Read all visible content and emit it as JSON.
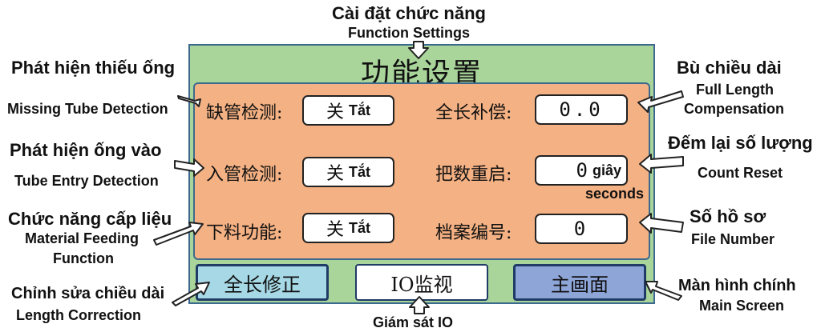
{
  "header": {
    "vi": "Cài đặt chức năng",
    "en": "Function Settings"
  },
  "screen": {
    "title": "功能设置",
    "rows_left": [
      {
        "label": "缺管检测:",
        "value": "关",
        "value_vi": "Tắt"
      },
      {
        "label": "入管检测:",
        "value": "关",
        "value_vi": "Tắt"
      },
      {
        "label": "下料功能:",
        "value": "关",
        "value_vi": "Tắt"
      }
    ],
    "rows_right": [
      {
        "label": "全长补偿:",
        "value": "0.0"
      },
      {
        "label": "把数重启:",
        "value": "0",
        "suffix_vi": "giây",
        "suffix_en": "seconds"
      },
      {
        "label": "档案编号:",
        "value": "0"
      }
    ],
    "buttons": [
      {
        "label": "全长修正",
        "color": "#a6d8e6"
      },
      {
        "label": "IO监视",
        "color": "#ffffff"
      },
      {
        "label": "主画面",
        "color": "#8ea5d8"
      }
    ]
  },
  "callouts": {
    "missing_tube": {
      "vi": "Phát hiện thiếu ống",
      "en": "Missing Tube Detection"
    },
    "tube_entry": {
      "vi": "Phát hiện ống vào",
      "en": "Tube Entry Detection"
    },
    "material_feeding": {
      "vi": "Chức năng cấp liệu",
      "en1": "Material Feeding",
      "en2": "Function"
    },
    "length_correction": {
      "vi": "Chỉnh sửa chiều dài",
      "en": "Length Correction"
    },
    "full_length_comp": {
      "vi": "Bù chiều dài",
      "en1": "Full Length",
      "en2": "Compensation"
    },
    "count_reset": {
      "vi": "Đếm lại số lượng",
      "en": "Count Reset"
    },
    "file_number": {
      "vi": "Số hồ sơ",
      "en": "File Number"
    },
    "main_screen": {
      "vi": "Màn hình chính",
      "en": "Main Screen"
    },
    "io_monitor": {
      "vi": "Giám sát IO"
    }
  },
  "colors": {
    "screen_bg": "#a9d59a",
    "panel_bg": "#f4b183",
    "border": "#3c6a8e"
  }
}
